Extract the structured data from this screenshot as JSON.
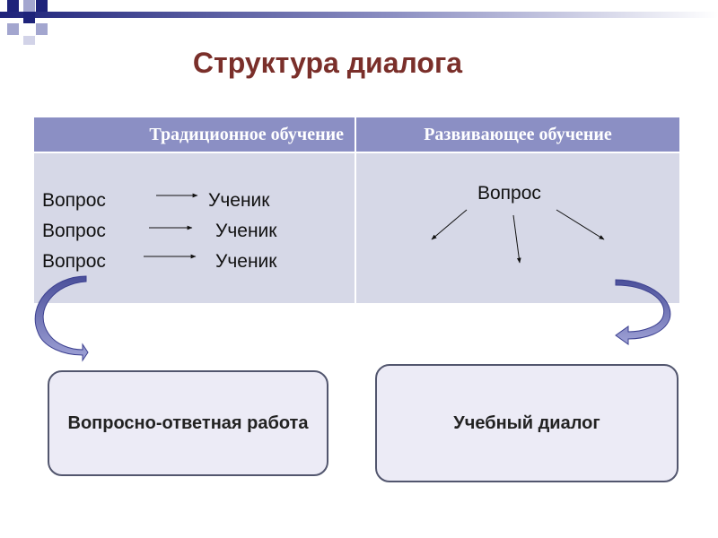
{
  "title": "Структура диалога",
  "table": {
    "header_left": "Традиционное обучение",
    "header_right": "Развивающее обучение",
    "left_rows": [
      {
        "from": "Вопрос",
        "to": "Ученик"
      },
      {
        "from": "Вопрос",
        "to": "Ученик"
      },
      {
        "from": "Вопрос",
        "to": "Ученик"
      }
    ],
    "right_root": "Вопрос"
  },
  "boxes": {
    "left": "Вопросно-ответная работа",
    "right": "Учебный диалог"
  },
  "colors": {
    "title": "#7a2f2a",
    "header_bg": "#8b8fc4",
    "cell_bg": "#d6d8e7",
    "box_bg": "#ecebf6",
    "curved_arrow": "#6b6fb5"
  }
}
